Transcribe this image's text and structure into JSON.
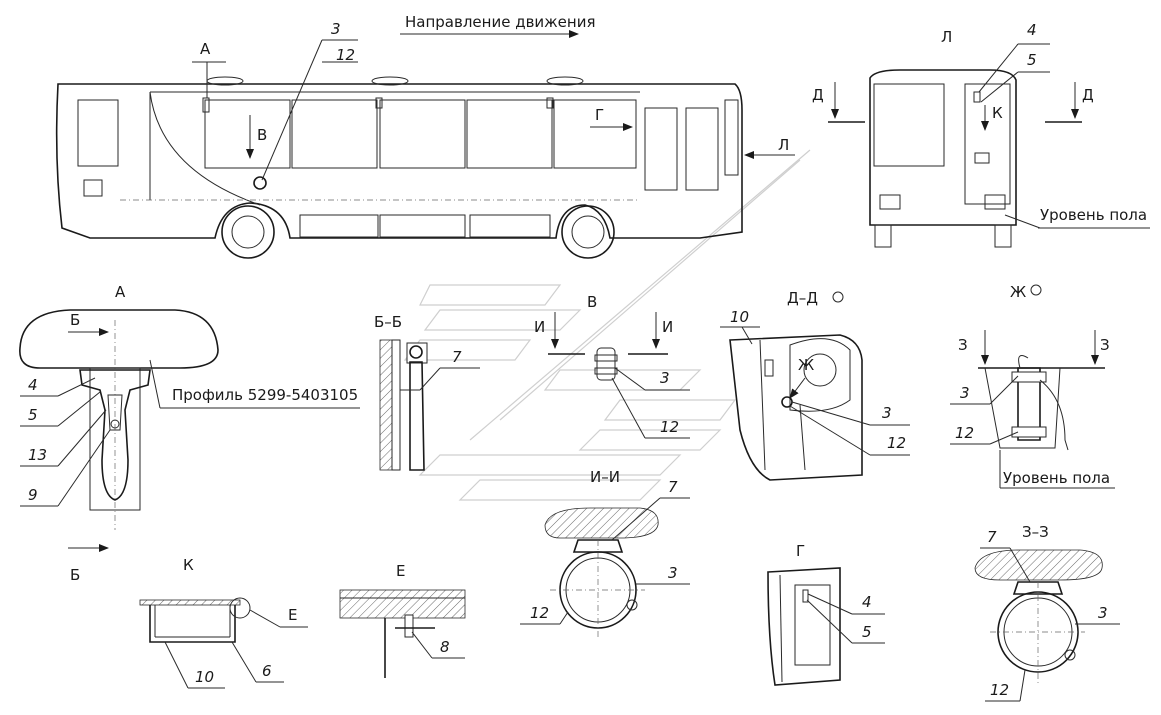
{
  "labels": {
    "direction": "Направление движения",
    "view_A": "А",
    "view_L": "Л",
    "floor_level": "Уровень пола",
    "floor_level2": "Уровень пола",
    "profile": "Профиль 5299-5403105",
    "section_BB": "Б–Б",
    "view_V": "В",
    "section_DD": "Д–Д",
    "view_Zh": "Ж",
    "section_II": "И–И",
    "view_K": "К",
    "view_E": "Е",
    "view_G": "Г",
    "section_ZZ": "З–З",
    "cut_B": "Б",
    "cut_B2": "Б",
    "cut_D": "Д",
    "cut_D2": "Д",
    "cut_I": "И",
    "cut_I2": "И",
    "cut_Z": "З",
    "cut_Z2": "З",
    "arrow_G": "Г",
    "arrow_V": "В",
    "arrow_L": "Л",
    "arrow_K": "К",
    "arrow_Zh": "Ж"
  },
  "callouts": {
    "c3_top": "3",
    "c12_top": "12",
    "c4_L": "4",
    "c5_L": "5",
    "c4_A": "4",
    "c5_A": "5",
    "c13_A": "13",
    "c9_A": "9",
    "c7_BB": "7",
    "c3_V": "3",
    "c12_V": "12",
    "c10_DD": "10",
    "c3_DD": "3",
    "c12_DD": "12",
    "c3_Zh": "3",
    "c12_Zh": "12",
    "c7_II": "7",
    "c3_II": "3",
    "c12_II": "12",
    "c10_K": "10",
    "c6_K": "6",
    "c_E_K": "Е",
    "c8_E": "8",
    "c4_G": "4",
    "c5_G": "5",
    "c7_ZZ": "7",
    "c3_ZZ": "3",
    "c12_ZZ": "12"
  }
}
